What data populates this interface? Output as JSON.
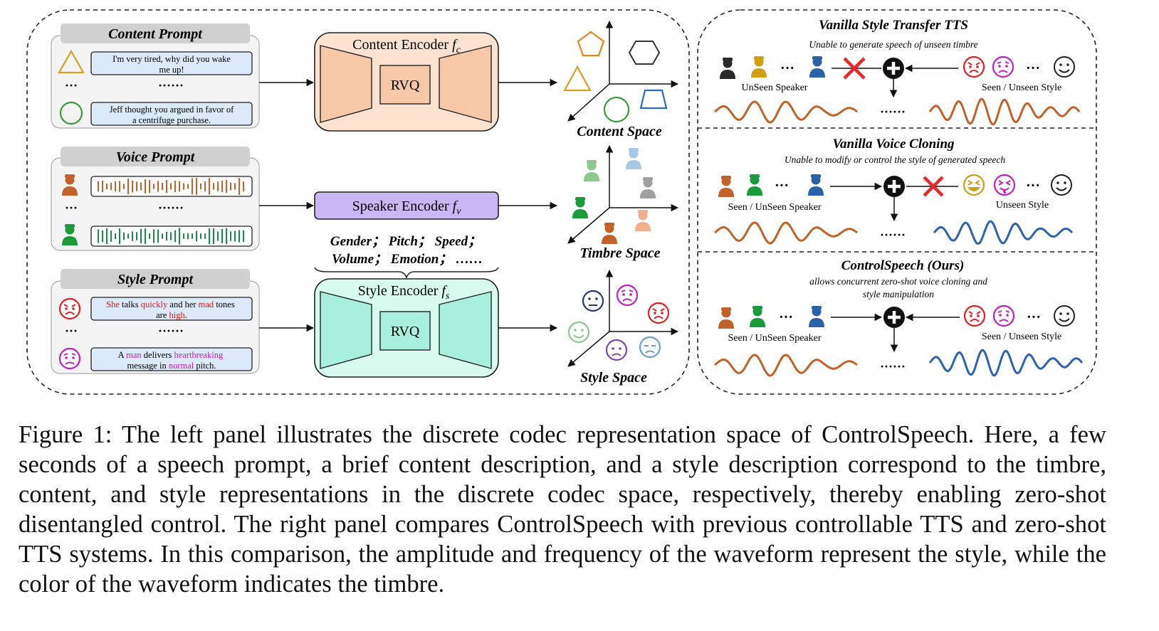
{
  "left_panel": {
    "content_prompt": {
      "title": "Content Prompt",
      "text1": "I'm very tired, why did you wake me up!",
      "text2": "Jeff thought you argued in favor of a centrifuge purchase.",
      "dots_short": "···",
      "dots_long": "······"
    },
    "voice_prompt": {
      "title": "Voice Prompt",
      "dots_short": "···",
      "dots_long": "······"
    },
    "style_prompt": {
      "title": "Style Prompt",
      "text1_parts": [
        "She",
        " talks ",
        "quickly",
        " and her ",
        "mad",
        " tones",
        "are ",
        "high",
        "."
      ],
      "text2_parts": [
        "A ",
        "man",
        " delivers ",
        "heartbreaking",
        "message in ",
        "normal",
        " pitch."
      ],
      "dots_short": "···",
      "dots_long": "······"
    },
    "content_encoder": {
      "label": "Content Encoder",
      "symbol": "f",
      "subscript": "c",
      "inner": "RVQ"
    },
    "speaker_encoder": {
      "label": "Speaker Encoder",
      "symbol": "f",
      "subscript": "v"
    },
    "style_encoder": {
      "label": "Style Encoder",
      "symbol": "f",
      "subscript": "s",
      "inner": "RVQ"
    },
    "attributes_line1": "Gender； Pitch； Speed；",
    "attributes_line2": "Volume； Emotion； ……",
    "spaces": {
      "content": "Content Space",
      "timbre": "Timbre Space",
      "style": "Style Space"
    }
  },
  "right_panel": {
    "sections": [
      {
        "title": "Vanilla Style Transfer TTS",
        "subtitle": "Unable to generate speech of unseen timbre",
        "speaker_label": "UnSeen Speaker",
        "style_label": "Seen / Unseen Style",
        "dots": "···",
        "wave_dots": "······"
      },
      {
        "title": "Vanilla Voice Cloning",
        "subtitle": "Unable to modify or control the style of generated speech",
        "speaker_label": "Seen / UnSeen Speaker",
        "style_label": "Unseen Style",
        "dots": "···",
        "wave_dots": "······"
      },
      {
        "title": "ControlSpeech (Ours)",
        "subtitle_line1": "allows concurrent zero-shot voice cloning and",
        "subtitle_line2": "style manipulation",
        "speaker_label": "Seen / UnSeen Speaker",
        "style_label": "Seen / Unseen Style",
        "dots": "···",
        "wave_dots": "······"
      }
    ]
  },
  "caption": "Figure 1: The left panel illustrates the discrete codec representation space of ControlSpeech. Here, a few seconds of a speech prompt, a brief content description, and a style description correspond to the timbre, content, and style representations in the discrete codec space, respectively, thereby enabling zero-shot disentangled control. The right panel compares ControlSpeech with previous controllable TTS and zero-shot TTS systems. In this comparison, the amplitude and frequency of the waveform represent the style, while the color of the waveform indicates the timbre.",
  "colors": {
    "orange_wave": "#c0622a",
    "blue_wave": "#2e62b0",
    "green_wave": "#1a8a4a",
    "content_encoder_fill": "#f6c8a8",
    "style_encoder_fill": "#a8f0dc",
    "speaker_encoder_fill": "#c9b6f2",
    "prompt_title_fill": "#d0d0d0",
    "text_box_fill": "#dbe9f8",
    "red_cross": "#e8282a",
    "highlight_red": "#e01818",
    "highlight_magenta": "#c020c0"
  }
}
